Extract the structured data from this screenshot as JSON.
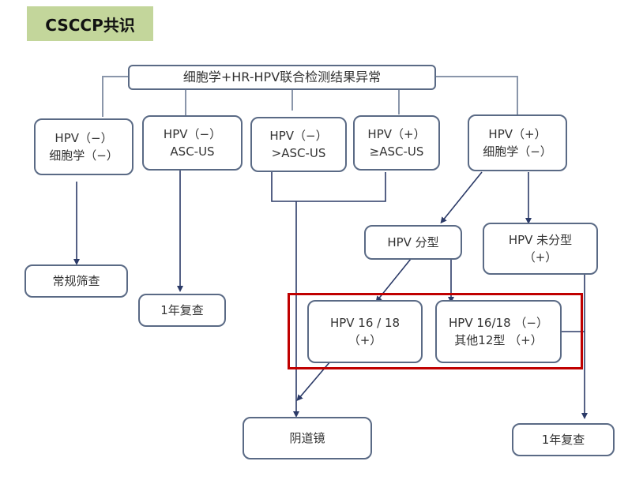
{
  "title": "CSCCP共识",
  "colors": {
    "title_bg": "#c3d69b",
    "node_border": "#5a6a85",
    "highlight": "#c00000",
    "line": "#8a96aa",
    "arrow": "#2b3a67"
  },
  "root": "细胞学+HR-HPV联合检测结果异常",
  "level1": [
    {
      "line1": "HPV（−）",
      "line2": "细胞学（−）"
    },
    {
      "line1": "HPV（−）",
      "line2": "ASC-US"
    },
    {
      "line1": "HPV（−）",
      "line2": ">ASC-US"
    },
    {
      "line1": "HPV（+）",
      "line2": "≥ASC-US"
    },
    {
      "line1": "HPV（+）",
      "line2": "细胞学（−）"
    }
  ],
  "typing": {
    "label": "HPV  分型"
  },
  "untyped": {
    "line1": "HPV 未分型",
    "line2": "（+）"
  },
  "hpv1618_pos": {
    "line1": "HPV 16 / 18",
    "line2": "（+）"
  },
  "hpv1618_neg": {
    "line1": "HPV  16/18  （−）",
    "line2": "其他12型 （+）"
  },
  "outcomes": {
    "routine": "常规筛查",
    "recheck_1yr_left": "1年复查",
    "colposcopy": "阴道镜",
    "recheck_1yr_right": "1年复查"
  }
}
